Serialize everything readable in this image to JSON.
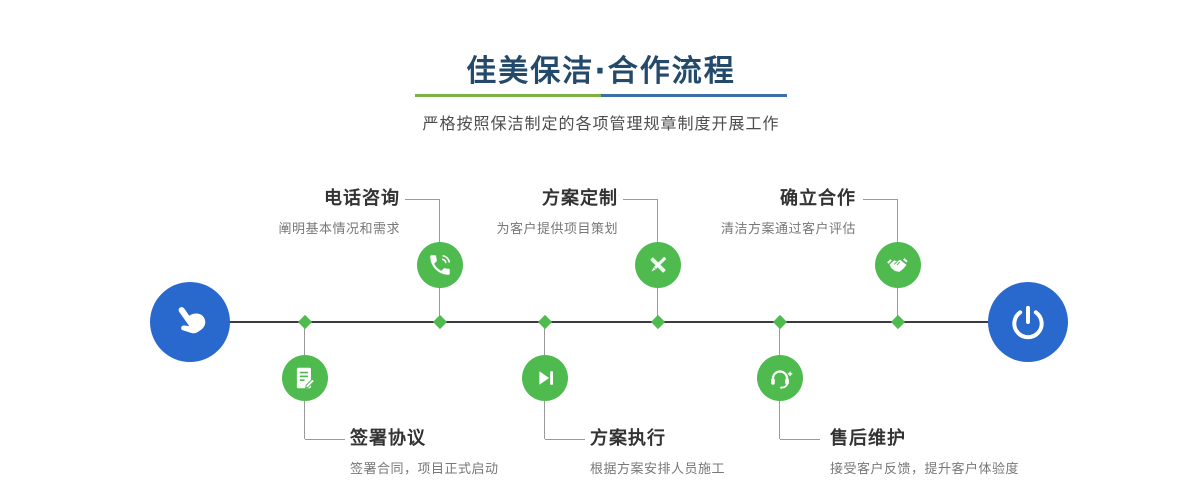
{
  "header": {
    "title": "佳美保洁·合作流程",
    "subtitle": "严格按照保洁制定的各项管理规章制度开展工作"
  },
  "palette": {
    "accent_green": "#4fbb4f",
    "accent_blue": "#2968cc",
    "divider_green": "#7cb342",
    "divider_blue": "#3a70a5",
    "title_color": "#234a6b",
    "timeline_color": "#3c3c3c"
  },
  "endpoints": {
    "start": {
      "icon": "hand-pointer-icon"
    },
    "end": {
      "icon": "power-icon"
    }
  },
  "steps": {
    "top": [
      {
        "title": "电话咨询",
        "desc": "阐明基本情况和需求",
        "icon": "phone-icon"
      },
      {
        "title": "方案定制",
        "desc": "为客户提供项目策划",
        "icon": "design-icon"
      },
      {
        "title": "确立合作",
        "desc": "清洁方案通过客户评估",
        "icon": "handshake-icon"
      }
    ],
    "bottom": [
      {
        "title": "签署协议",
        "desc": "签署合同，项目正式启动",
        "icon": "contract-icon"
      },
      {
        "title": "方案执行",
        "desc": "根据方案安排人员施工",
        "icon": "execute-icon"
      },
      {
        "title": "售后维护",
        "desc": "接受客户反馈，提升客户体验度",
        "icon": "service-icon"
      }
    ]
  }
}
